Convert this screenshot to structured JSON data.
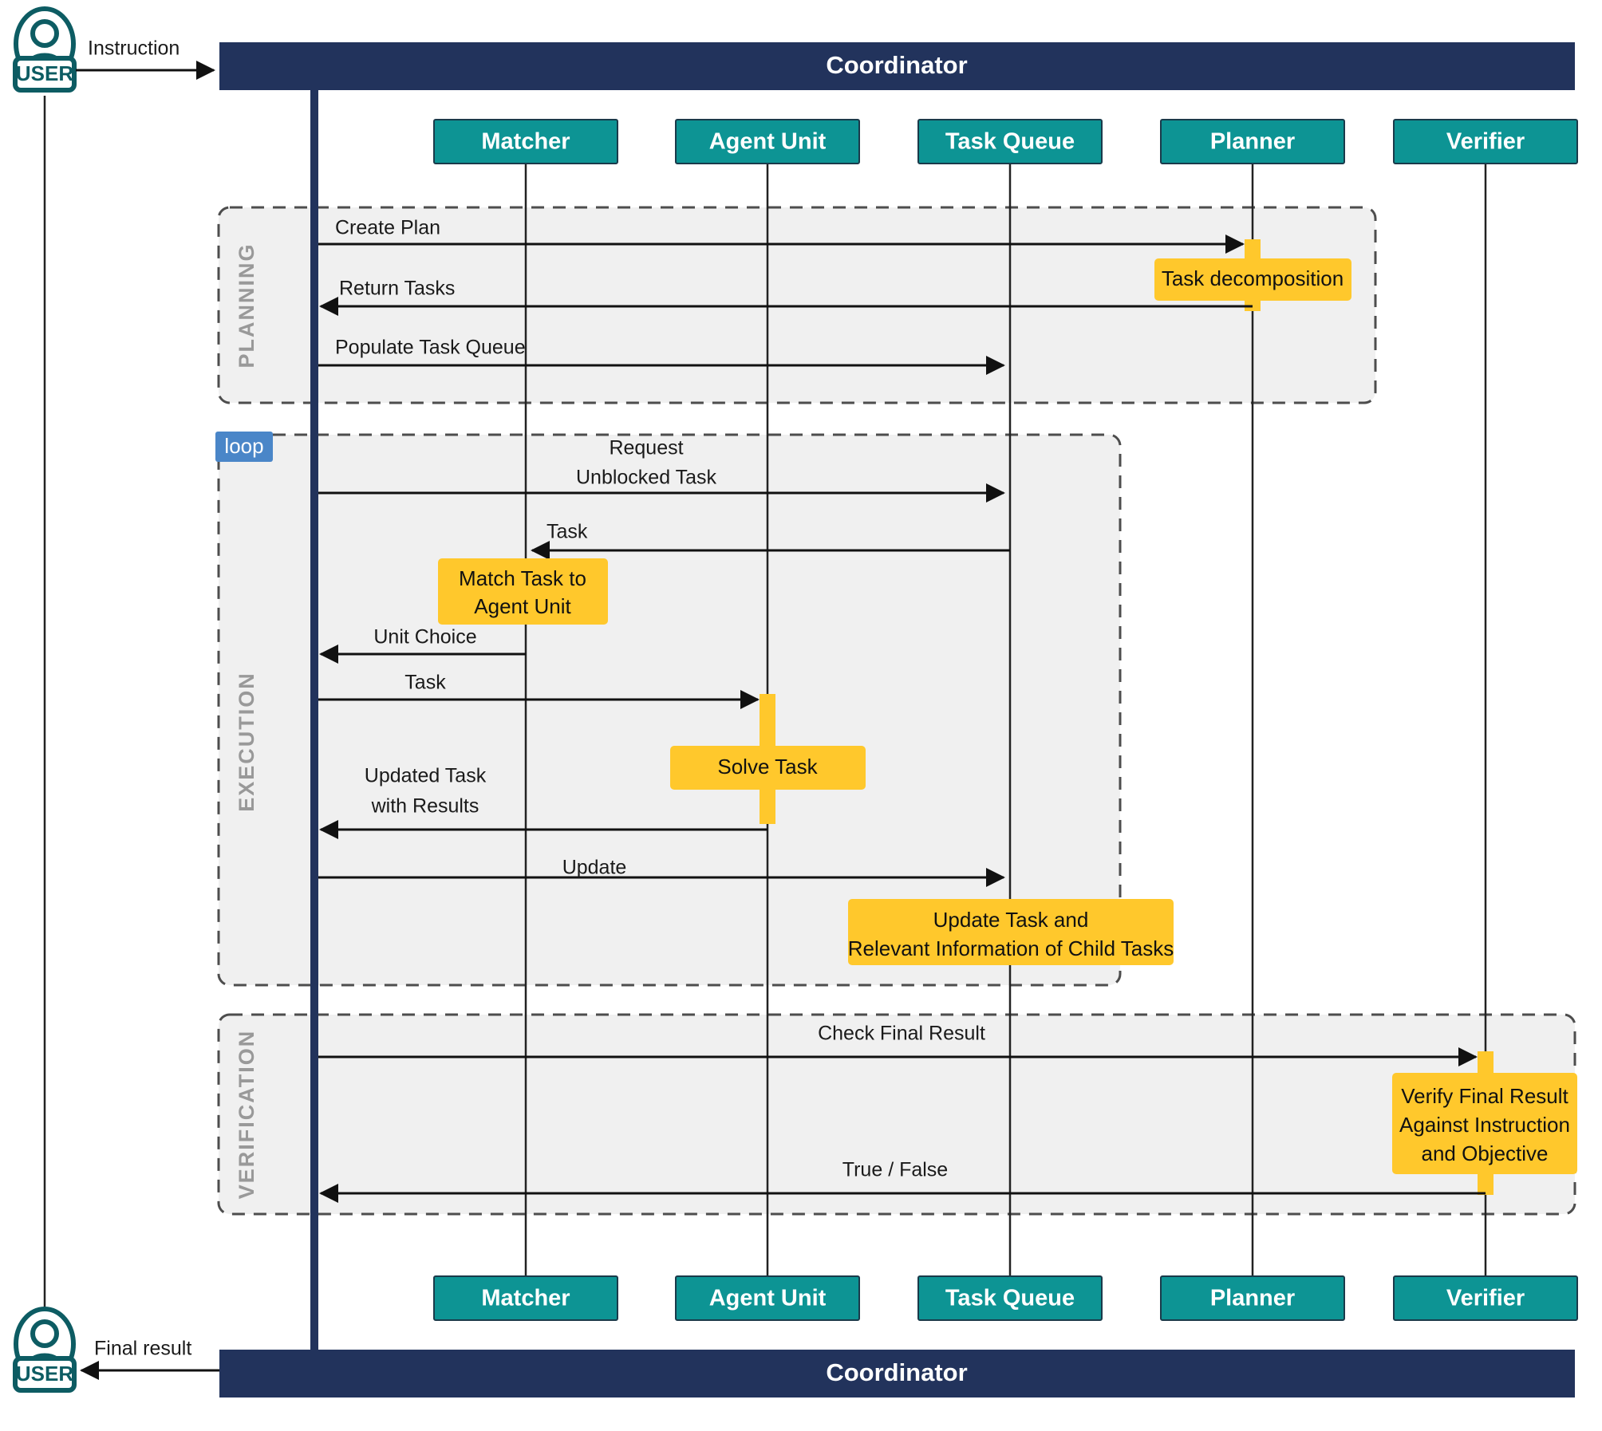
{
  "diagram": {
    "title": "Multi-Agent Coordinator Sequence Diagram",
    "type": "sequence-diagram",
    "colors": {
      "coordinator_bar": "#22335c",
      "participant_box": "#0d9494",
      "note_fill": "#ffc82c",
      "activation_fill": "#ffc82c",
      "fragment_fill": "#f0f0f0",
      "fragment_border": "#4d4d4d",
      "loop_tag_fill": "#4a86c8",
      "actor_stroke": "#0d5c63",
      "line": "#111111",
      "fragment_title": "#999999"
    }
  },
  "actors": {
    "user_top": {
      "label": "USER",
      "icon": "user-avatar-icon"
    },
    "user_bottom": {
      "label": "USER",
      "icon": "user-avatar-icon"
    }
  },
  "external_messages": [
    {
      "label": "Instruction",
      "from": "USER",
      "to": "Coordinator",
      "direction": "right"
    },
    {
      "label": "Final result",
      "from": "Coordinator",
      "to": "USER",
      "direction": "left"
    }
  ],
  "coordinator": {
    "label_top": "Coordinator",
    "label_bottom": "Coordinator"
  },
  "participants": [
    {
      "id": "matcher",
      "label": "Matcher"
    },
    {
      "id": "agent_unit",
      "label": "Agent Unit"
    },
    {
      "id": "task_queue",
      "label": "Task Queue"
    },
    {
      "id": "planner",
      "label": "Planner"
    },
    {
      "id": "verifier",
      "label": "Verifier"
    }
  ],
  "participants_footer": [
    {
      "id": "matcher",
      "label": "Matcher"
    },
    {
      "id": "agent_unit",
      "label": "Agent Unit"
    },
    {
      "id": "task_queue",
      "label": "Task Queue"
    },
    {
      "id": "planner",
      "label": "Planner"
    },
    {
      "id": "verifier",
      "label": "Verifier"
    }
  ],
  "fragments": [
    {
      "id": "planning",
      "title": "PLANNING",
      "tag": null
    },
    {
      "id": "execution",
      "title": "EXECUTION",
      "tag": "loop"
    },
    {
      "id": "verification",
      "title": "VERIFICATION",
      "tag": null
    }
  ],
  "messages": [
    {
      "id": "m1",
      "fragment": "planning",
      "label": "Create Plan",
      "from": "Coordinator",
      "to": "Planner",
      "direction": "right"
    },
    {
      "id": "m2",
      "fragment": "planning",
      "label": "Return Tasks",
      "from": "Planner",
      "to": "Coordinator",
      "direction": "left"
    },
    {
      "id": "m3",
      "fragment": "planning",
      "label": "Populate Task Queue",
      "from": "Coordinator",
      "to": "Task Queue",
      "direction": "right"
    },
    {
      "id": "m4",
      "fragment": "execution",
      "label_line1": "Request",
      "label_line2": "Unblocked Task",
      "from": "Coordinator",
      "to": "Task Queue",
      "direction": "right"
    },
    {
      "id": "m5",
      "fragment": "execution",
      "label": "Task",
      "from": "Task Queue",
      "to": "Matcher",
      "direction": "left"
    },
    {
      "id": "m6",
      "fragment": "execution",
      "label": "Unit Choice",
      "from": "Matcher",
      "to": "Coordinator",
      "direction": "left"
    },
    {
      "id": "m7",
      "fragment": "execution",
      "label": "Task",
      "from": "Coordinator",
      "to": "Agent Unit",
      "direction": "right"
    },
    {
      "id": "m8",
      "fragment": "execution",
      "label_line1": "Updated Task",
      "label_line2": "with Results",
      "from": "Agent Unit",
      "to": "Coordinator",
      "direction": "left"
    },
    {
      "id": "m9",
      "fragment": "execution",
      "label": "Update",
      "from": "Coordinator",
      "to": "Task Queue",
      "direction": "right"
    },
    {
      "id": "m10",
      "fragment": "verification",
      "label": "Check Final Result",
      "from": "Coordinator",
      "to": "Verifier",
      "direction": "right"
    },
    {
      "id": "m11",
      "fragment": "verification",
      "label": "True / False",
      "from": "Verifier",
      "to": "Coordinator",
      "direction": "left"
    }
  ],
  "notes": [
    {
      "id": "n1",
      "on": "planner",
      "lines": [
        "Task decomposition"
      ]
    },
    {
      "id": "n2",
      "on": "matcher",
      "lines": [
        "Match Task to",
        "Agent Unit"
      ]
    },
    {
      "id": "n3",
      "on": "agent_unit",
      "lines": [
        "Solve Task"
      ]
    },
    {
      "id": "n4",
      "on": "task_queue",
      "lines": [
        "Update Task and",
        "Relevant Information of Child Tasks"
      ]
    },
    {
      "id": "n5",
      "on": "verifier",
      "lines": [
        "Verify Final Result",
        "Against Instruction",
        "and Objective"
      ]
    }
  ]
}
